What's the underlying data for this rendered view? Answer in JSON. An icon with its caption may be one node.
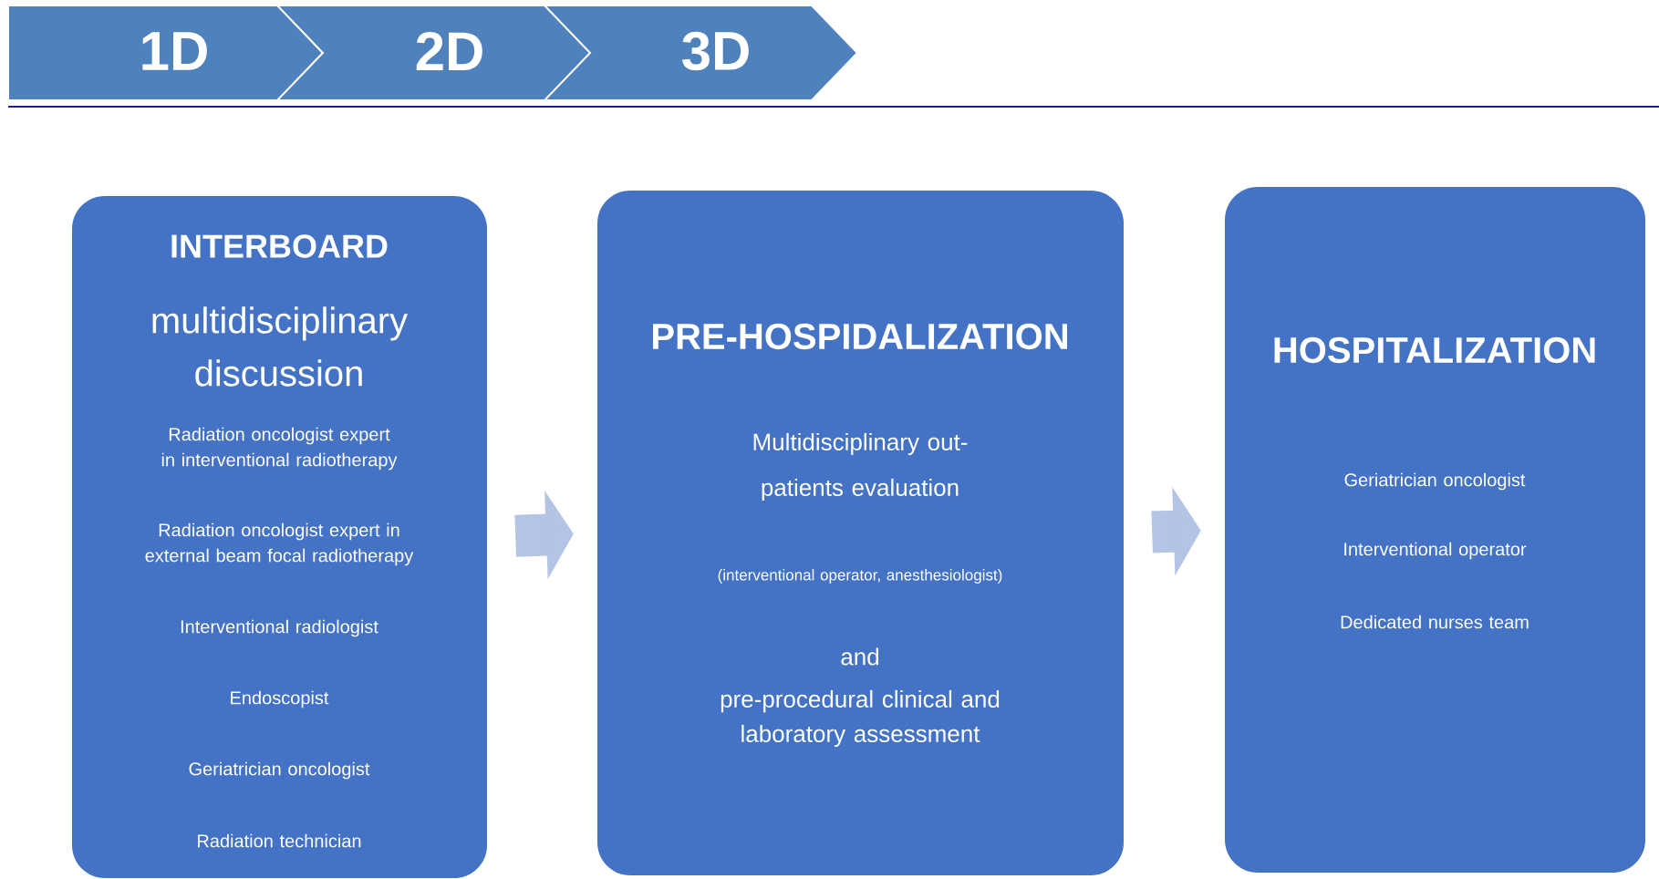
{
  "diagram": {
    "nodes": [
      {
        "text": [
          "1D"
        ]
      },
      {
        "text": [
          "2D"
        ]
      },
      {
        "text": [
          "3D"
        ]
      },
      {
        "text": [
          "INTERBOARD",
          "multidisciplinary discussion",
          "Radiation oncologist expert in interventional radiotherapy",
          "Radiation oncologist expert in external beam focal radiotherapy",
          "Interventional radiologist",
          "Endoscopist",
          "Geriatrician oncologist",
          "Radiation technician"
        ]
      },
      {
        "text": [
          "PRE-HOSPIDALIZATION",
          "Multidisciplinary out-patients evaluation",
          "(interventional operator, anesthesiologist)",
          "and",
          "pre-procedural clinical and laboratory assessment"
        ]
      },
      {
        "text": [
          "HOSPITALIZATION",
          "Geriatrician oncologist",
          "Interventional operator",
          "Dedicated nurses team"
        ]
      }
    ],
    "edges": [
      {
        "from": 3,
        "to": 4,
        "arrow": "to"
      },
      {
        "from": 4,
        "to": 5,
        "arrow": "to"
      }
    ]
  }
}
